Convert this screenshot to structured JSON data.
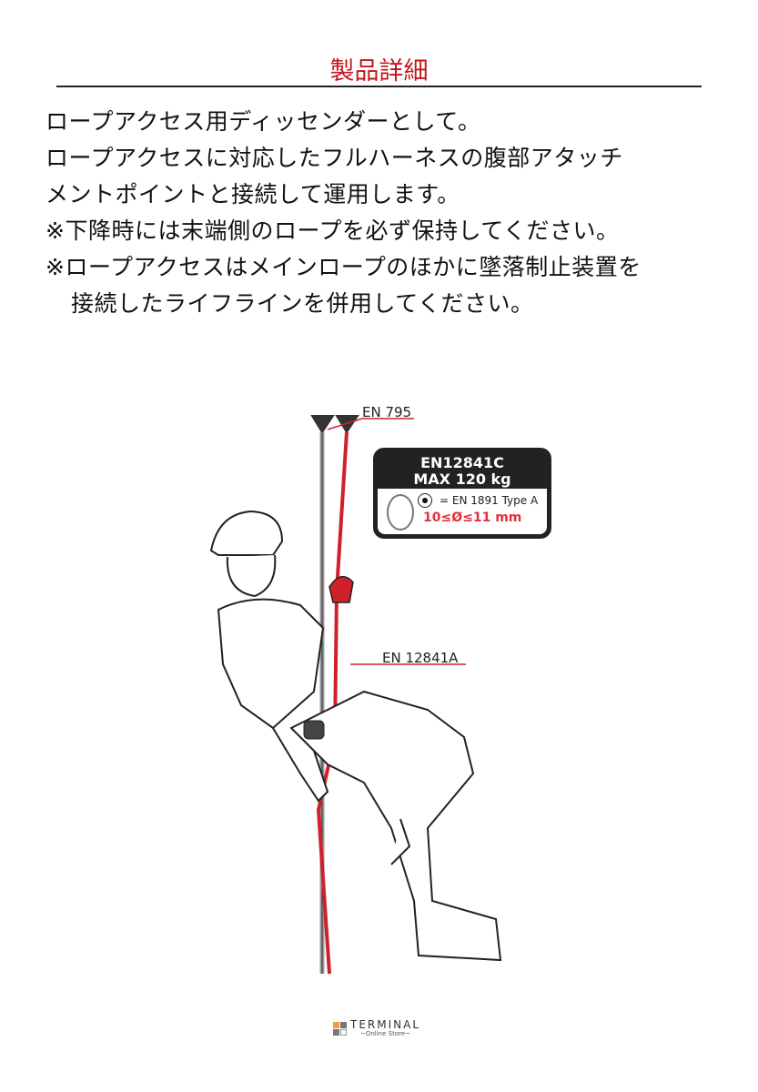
{
  "title": "製品詳細",
  "description": [
    "ロープアクセス用ディッセンダーとして。",
    "ロープアクセスに対応したフルハーネスの腹部アタッチ",
    "メントポイントと接続して運用します。",
    "※下降時には末端側のロープを必ず保持してください。",
    "※ロープアクセスはメインロープのほかに墜落制止装置を",
    "接続したライフラインを併用してください。"
  ],
  "illustration": {
    "label_anchor": "EN 795",
    "label_backup": "EN 12841A",
    "spec_box": {
      "line1": "EN12841C",
      "line2": "MAX 120 kg",
      "rope_standard": "= EN 1891 Type A",
      "diameter": "10≤Ø≤11 mm"
    },
    "colors": {
      "rope_red": "#d0202a",
      "rope_gray": "#9a9a9a",
      "accent": "#c4161c"
    }
  },
  "footer": {
    "brand": "TERMINAL",
    "tagline": "~Online Store~"
  }
}
